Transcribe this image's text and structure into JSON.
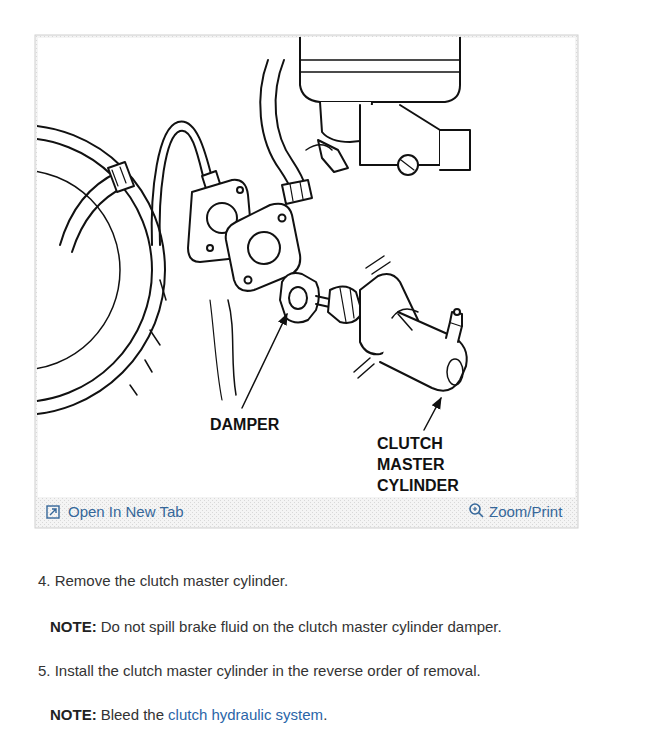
{
  "diagram": {
    "labels": [
      "DAMPER",
      "CLUTCH MASTER CYLINDER",
      "Open In New Tab",
      "Zoom/Print",
      "4. Remove the clutch master cylinder.",
      "NOTE:",
      "Do not spill brake fluid on the clutch master cylinder damper.",
      "5. Install the clutch master cylinder in the reverse order of removal.",
      "NOTE:",
      "Bleed the",
      "clutch hydraulic system",
      "."
    ]
  }
}
